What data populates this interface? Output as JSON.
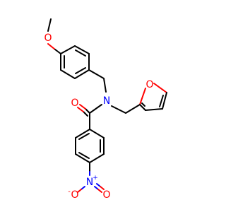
{
  "molecule": {
    "atoms": {
      "methoxy_o": {
        "symbol": "O",
        "color": "#ff0000"
      },
      "amide_o": {
        "symbol": "O",
        "color": "#ff0000"
      },
      "amide_n": {
        "symbol": "N",
        "color": "#0000ff"
      },
      "furan_o": {
        "symbol": "O",
        "color": "#ff0000"
      },
      "nitro_n": {
        "symbol": "N",
        "charge": "+",
        "color": "#0000ff"
      },
      "nitro_o1": {
        "symbol": "O",
        "charge": "-",
        "color": "#ff0000"
      },
      "nitro_o2": {
        "symbol": "O",
        "color": "#ff0000"
      }
    },
    "colors": {
      "bond": "#000000",
      "oxygen": "#ff0000",
      "nitrogen": "#0000ff",
      "background": "#ffffff"
    }
  }
}
